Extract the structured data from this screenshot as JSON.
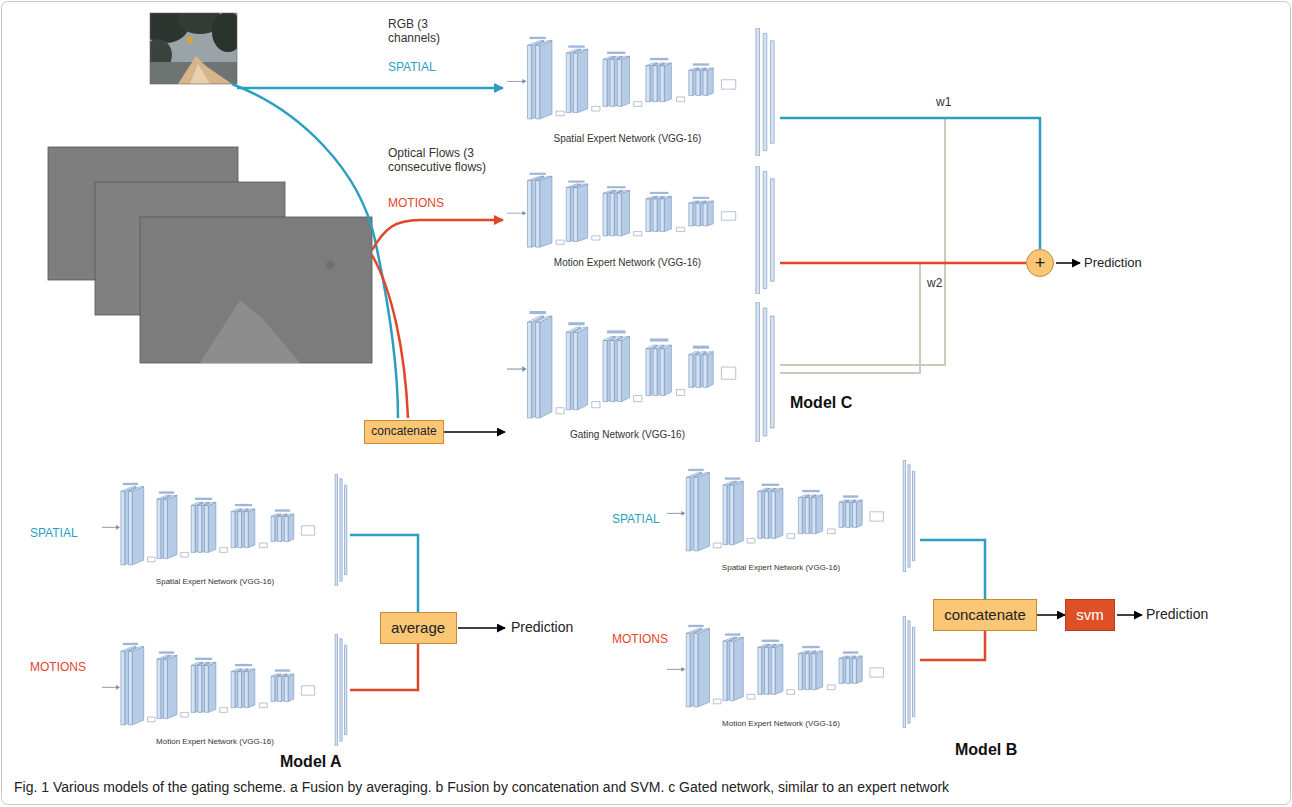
{
  "diagram": {
    "caption": "Fig. 1 Various models of the gating scheme. a Fusion by averaging. b Fusion by concatenation and SVM. c Gated network, similar to an expert network",
    "nodes": [
      {
        "text": [
          "Spatial Expert Network (VGG-16)"
        ]
      },
      {
        "text": [
          "Motion Expert Network (VGG-16)"
        ]
      },
      {
        "text": [
          "concatenate"
        ]
      },
      {
        "text": [
          "Gating Network (VGG-16)"
        ]
      },
      {
        "text": [
          "+"
        ]
      },
      {
        "text": [
          "Spatial Expert Network (VGG-16)"
        ]
      },
      {
        "text": [
          "Motion Expert Network (VGG-16)"
        ]
      },
      {
        "text": [
          "average"
        ]
      },
      {
        "text": [
          "Spatial Expert Network (VGG-16)"
        ]
      },
      {
        "text": [
          "Motion Expert Network (VGG-16)"
        ]
      },
      {
        "text": [
          "concatenate"
        ]
      },
      {
        "text": [
          "svm"
        ]
      }
    ],
    "edges": [
      {
        "from": 0,
        "to": 4,
        "arrow": "none"
      },
      {
        "from": 1,
        "to": 4,
        "arrow": "none"
      },
      {
        "from": 2,
        "to": 3,
        "arrow": "to"
      },
      {
        "from": 3,
        "to": 4,
        "label": "w1",
        "arrow": "none"
      },
      {
        "from": 3,
        "to": 4,
        "label": "w2",
        "arrow": "none"
      },
      {
        "from": 5,
        "to": 7,
        "arrow": "none"
      },
      {
        "from": 6,
        "to": 7,
        "arrow": "none"
      },
      {
        "from": 8,
        "to": 10,
        "arrow": "none"
      },
      {
        "from": 9,
        "to": 10,
        "arrow": "none"
      },
      {
        "from": 10,
        "to": 11,
        "arrow": "to"
      }
    ],
    "labels": [
      "RGB (3 channels)",
      "SPATIAL",
      "Optical Flows (3 consecutive flows)",
      "MOTIONS",
      "Prediction",
      "Model C",
      "SPATIAL",
      "MOTIONS",
      "Prediction",
      "Model A",
      "SPATIAL",
      "MOTIONS",
      "Prediction",
      "Model B"
    ]
  }
}
